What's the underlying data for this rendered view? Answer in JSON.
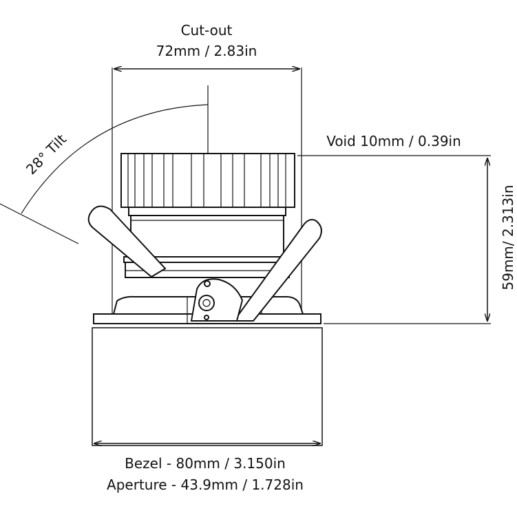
{
  "labels": {
    "cutout_title": "Cut-out",
    "cutout_value": "72mm / 2.83in",
    "void": "Void 10mm / 0.39in",
    "height": "59mm/ 2.313in",
    "tilt": "28° Tilt",
    "bezel": "Bezel - 80mm / 3.150in",
    "aperture": "Aperture - 43.9mm / 1.728in"
  },
  "colors": {
    "line": "#111111",
    "background": "#ffffff"
  }
}
